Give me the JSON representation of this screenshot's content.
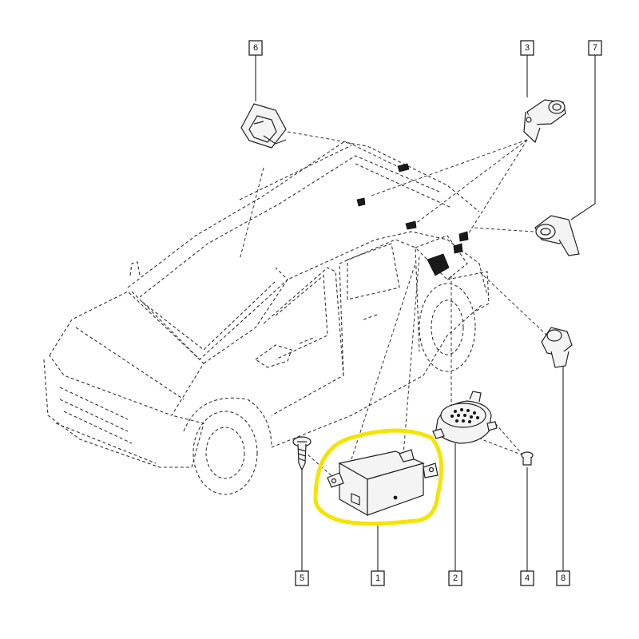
{
  "callouts": [
    {
      "id": "c1",
      "label": "1"
    },
    {
      "id": "c2",
      "label": "2"
    },
    {
      "id": "c3",
      "label": "3"
    },
    {
      "id": "c4",
      "label": "4"
    },
    {
      "id": "c5",
      "label": "5"
    },
    {
      "id": "c6",
      "label": "6"
    },
    {
      "id": "c7",
      "label": "7"
    },
    {
      "id": "c8",
      "label": "8"
    }
  ],
  "colors": {
    "highlight": "#f5e400",
    "line": "#222222",
    "background": "#ffffff"
  },
  "icons": {
    "vehicle": "suv-outline-icon",
    "module": "control-module-icon",
    "buzzer": "buzzer-icon",
    "sensor": "parking-sensor-icon",
    "screw": "screw-icon",
    "switch": "switch-icon"
  }
}
